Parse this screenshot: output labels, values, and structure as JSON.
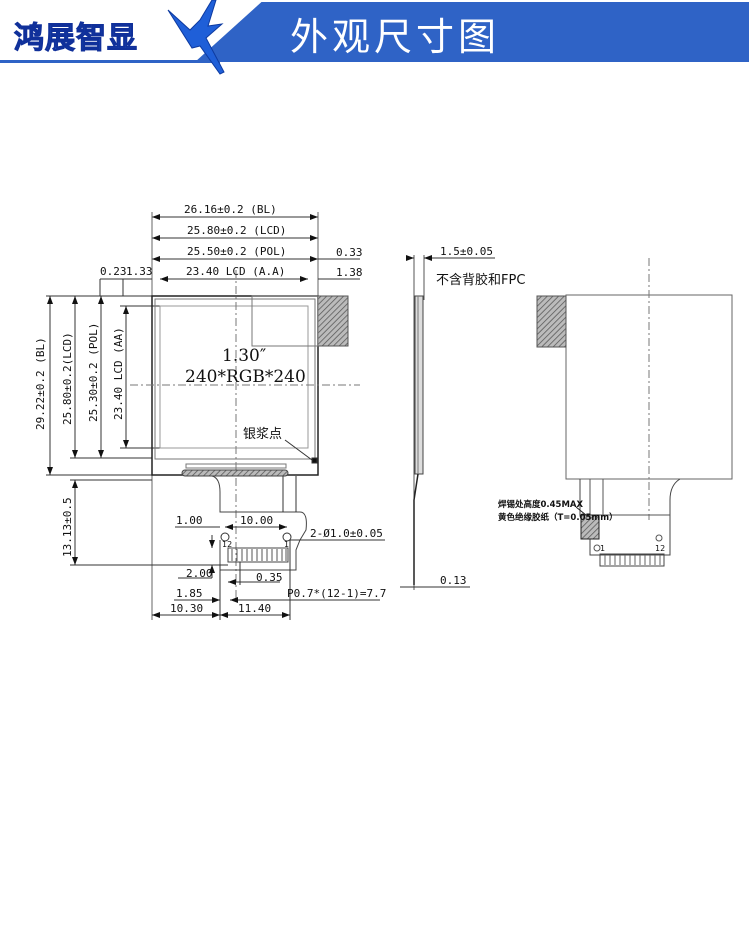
{
  "header": {
    "brand": "鸿展智显",
    "title": "外观尺寸图",
    "accent_color": "#2f63c6",
    "brand_color": "#1e57c8",
    "logo_icon": "bird-icon"
  },
  "front_view": {
    "width_dims": {
      "bl": "26.16±0.2 (BL)",
      "lcd": "25.80±0.2 (LCD)",
      "pol": "25.50±0.2 (POL)",
      "aa": "23.40 LCD (A.A)",
      "right_033": "0.33",
      "right_138": "1.38",
      "left_023": "0.23",
      "left_133": "1.33"
    },
    "height_dims": {
      "bl": "29.22±0.2 (BL)",
      "lcd": "25.80±0.2(LCD)",
      "pol": "25.30±0.2 (POL)",
      "aa": "23.40 LCD (AA)"
    },
    "size_label": "1.30″",
    "resolution_label": "240*RGB*240",
    "silver_paste_label": "银浆点",
    "fpc_dims": {
      "tail_length": "13.13±0.5",
      "d_100": "1.00",
      "d_1000": "10.00",
      "holes": "2-Ø1.0±0.05",
      "d_200": "2.00",
      "d_035": "0.35",
      "d_185": "1.85",
      "pitch": "P0.7*(12-1)=7.7",
      "d_1030": "10.30",
      "d_1140": "11.40",
      "pin_12": "12",
      "pin_1": "1"
    }
  },
  "side_view": {
    "thickness": "1.5±0.05",
    "note": "不含背胶和FPC",
    "fpc_thickness": "0.13"
  },
  "back_view": {
    "solder_note": "焊锡处高度0.45MAX",
    "tape_note": "黄色绝缘胶纸（T=0.05mm）",
    "pin_1": "1",
    "pin_12": "12"
  }
}
